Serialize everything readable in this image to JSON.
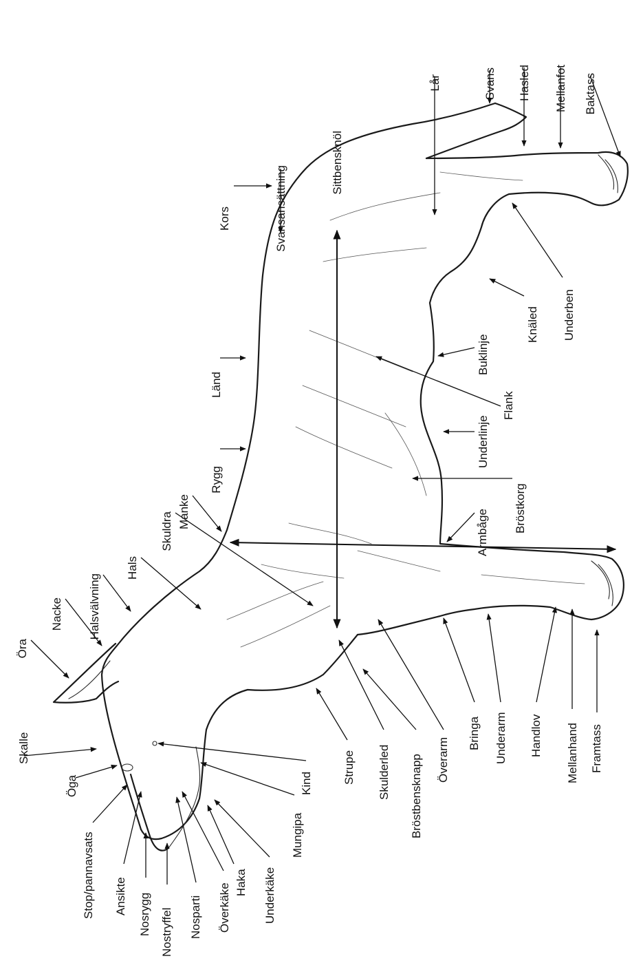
{
  "labels": {
    "ora": "Öra",
    "nacke": "Nacke",
    "halsvalvning": "Halsvälvning",
    "hals": "Hals",
    "skuldra": "Skuldra",
    "manke": "Manke",
    "rygg": "Rygg",
    "land": "Länd",
    "kors": "Kors",
    "svansansattning": "Svansansättning",
    "sittbensknol": "Sittbensknöl",
    "lar": "Lår",
    "svans": "Svans",
    "hasled": "Hasled",
    "mellanfot": "Mellanfot",
    "baktass": "Baktass",
    "skalle": "Skalle",
    "oga": "Öga",
    "stop": "Stop/pannavsats",
    "ansikte": "Ansikte",
    "nosrygg": "Nosrygg",
    "nostryffel": "Nostryffel",
    "nosparti": "Nosparti",
    "overkake": "Överkäke",
    "haka": "Haka",
    "underkake": "Underkäke",
    "mungipa": "Mungipa",
    "kind": "Kind",
    "strupe": "Strupe",
    "skulderled": "Skulderled",
    "brostbensknapp": "Bröstbensknapp",
    "overarm": "Överarm",
    "bringa": "Bringa",
    "underarm": "Underarm",
    "handlov": "Handlov",
    "mellanhand": "Mellanhand",
    "framtass": "Framtass",
    "armbage": "Armbåge",
    "brostkorg": "Bröstkorg",
    "underlinje": "Underlinje",
    "buklinje": "Buklinje",
    "flank": "Flank",
    "knaled": "Knäled",
    "underben": "Underben"
  }
}
